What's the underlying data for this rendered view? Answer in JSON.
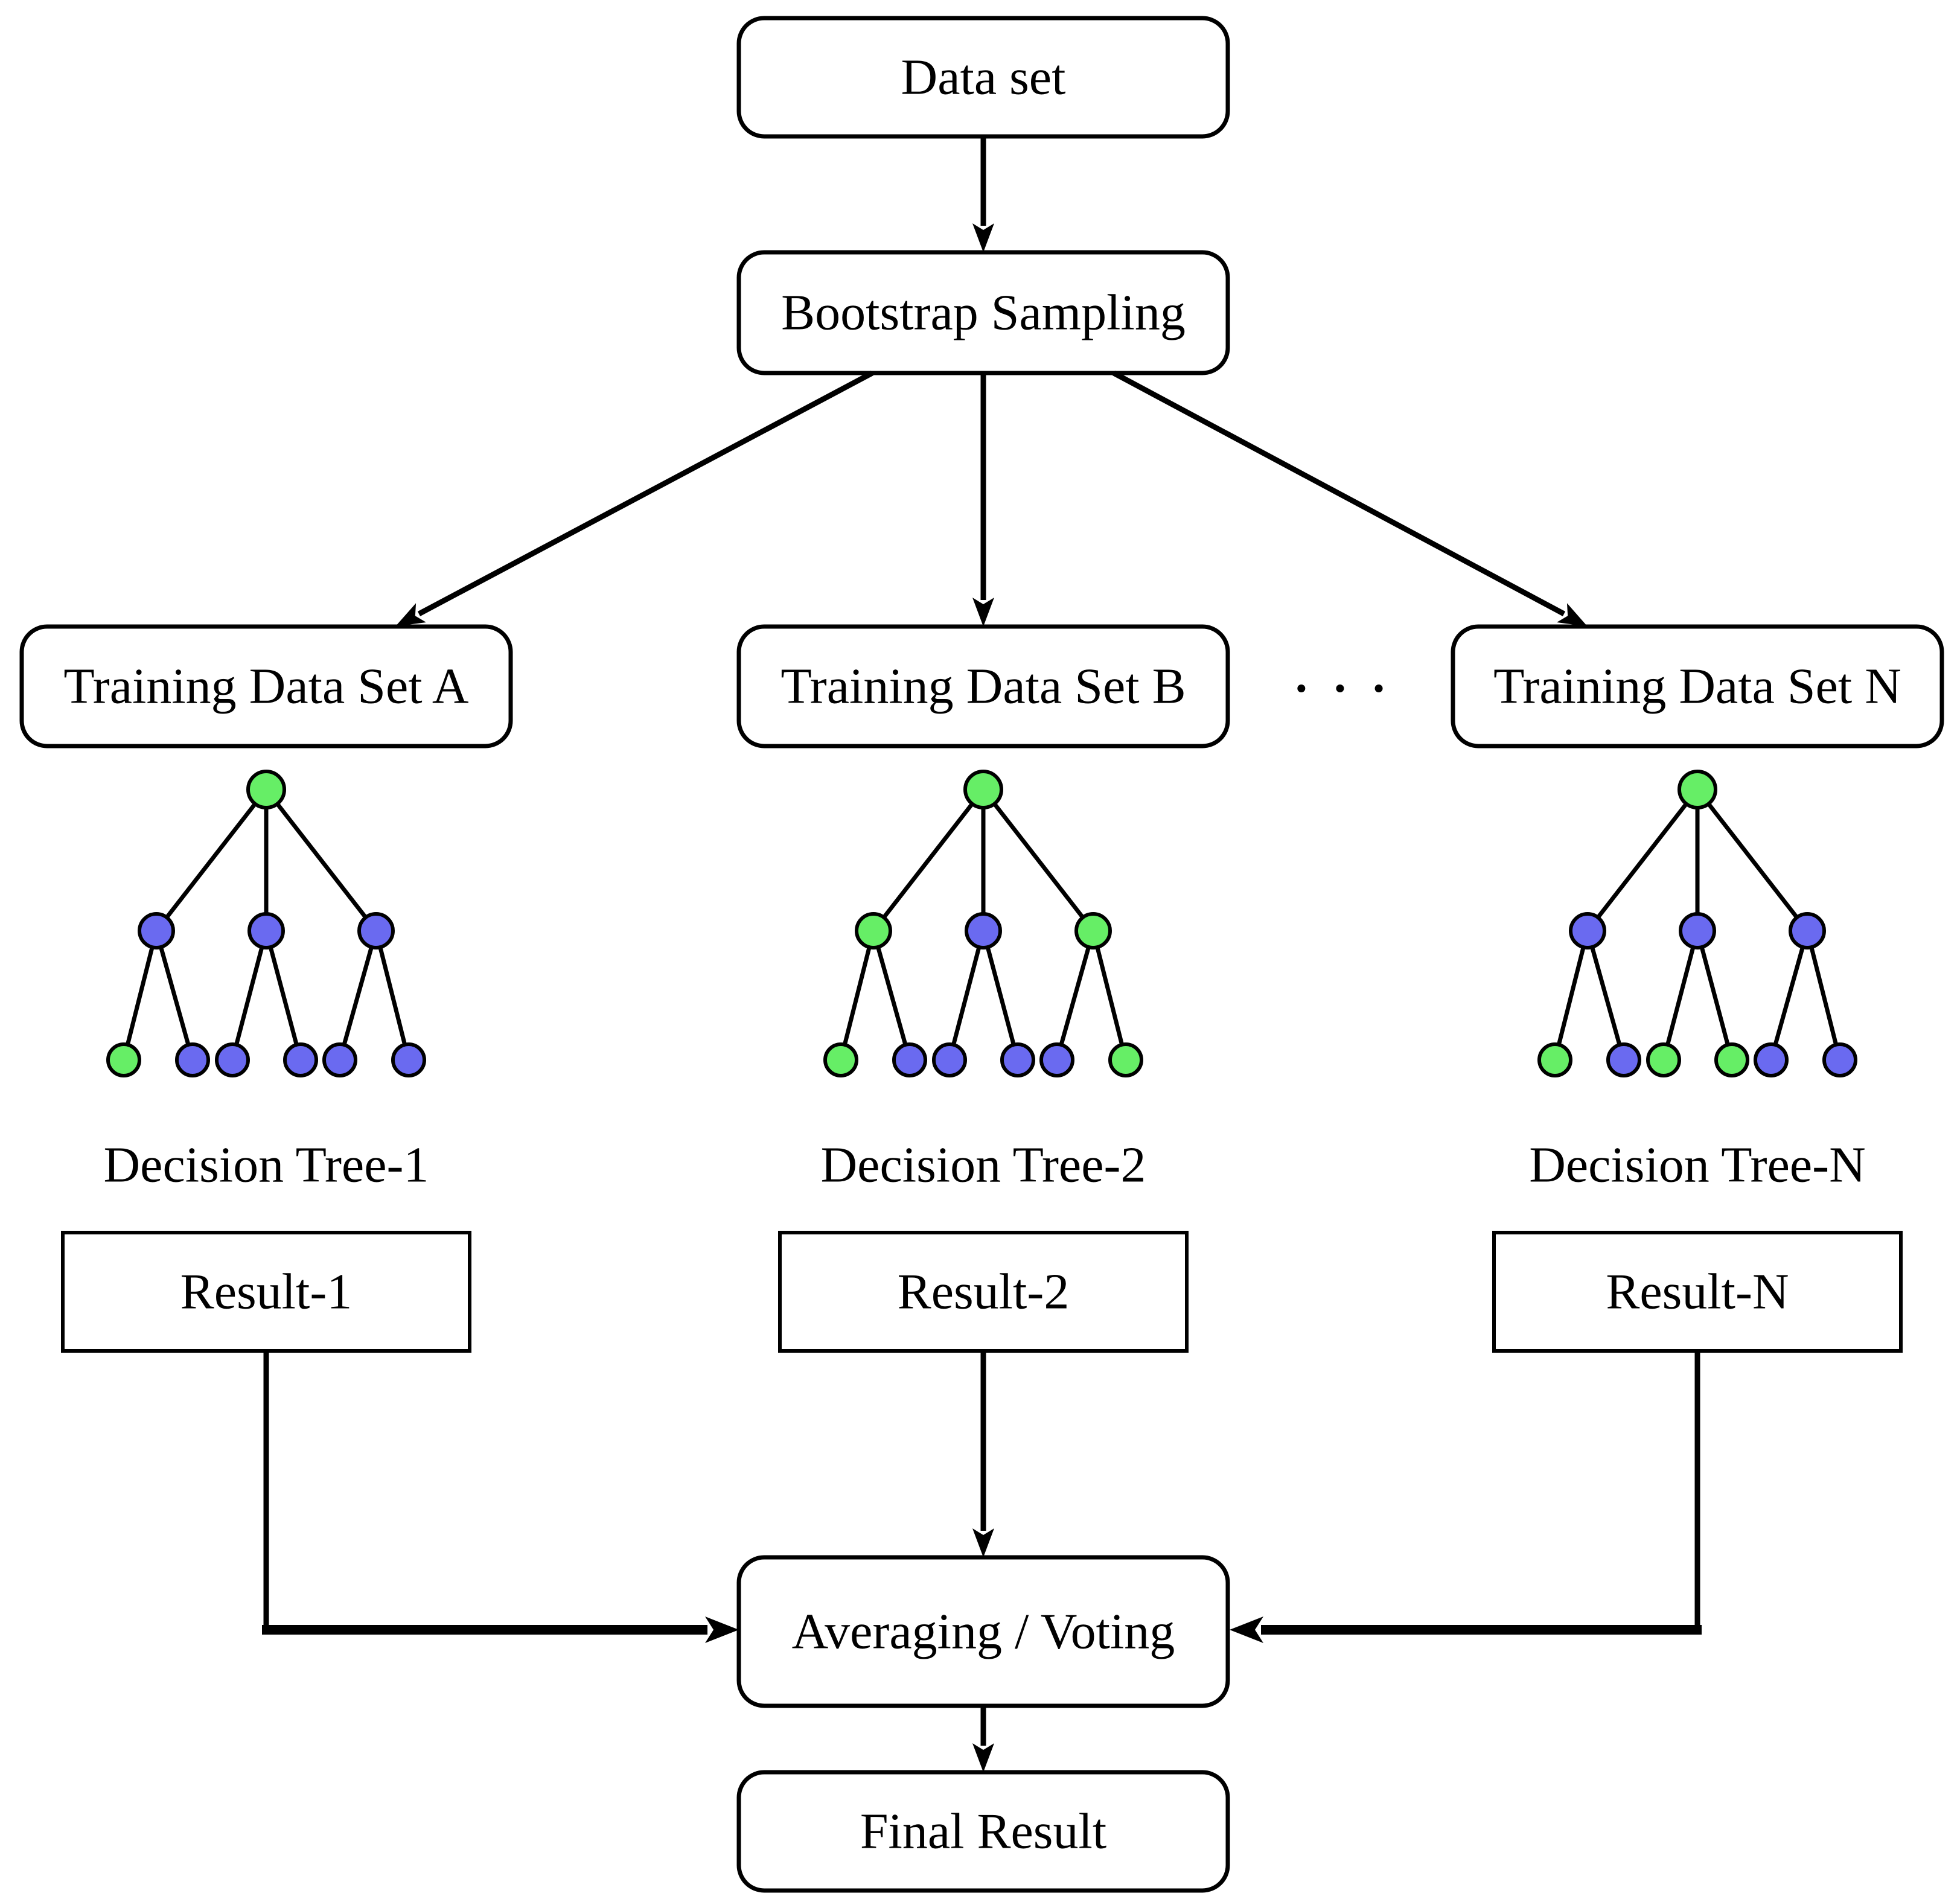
{
  "flow": {
    "dataset_label": "Data set",
    "bootstrap_label": "Bootstrap Sampling",
    "ellipsis": "· · ·",
    "averaging_label": "Averaging / Voting",
    "final_label": "Final Result"
  },
  "columns": [
    {
      "training_label": "Training Data Set A",
      "decision_label": "Decision Tree-1",
      "result_label": "Result-1",
      "tree": {
        "root": "green",
        "mid": [
          "blue",
          "blue",
          "blue"
        ],
        "leaves": [
          "green",
          "blue",
          "blue",
          "blue",
          "blue",
          "blue"
        ]
      }
    },
    {
      "training_label": "Training Data Set B",
      "decision_label": "Decision Tree-2",
      "result_label": "Result-2",
      "tree": {
        "root": "green",
        "mid": [
          "green",
          "blue",
          "green"
        ],
        "leaves": [
          "green",
          "blue",
          "blue",
          "blue",
          "blue",
          "green"
        ]
      }
    },
    {
      "training_label": "Training Data Set N",
      "decision_label": "Decision Tree-N",
      "result_label": "Result-N",
      "tree": {
        "root": "green",
        "mid": [
          "blue",
          "blue",
          "blue"
        ],
        "leaves": [
          "green",
          "blue",
          "green",
          "green",
          "blue",
          "blue"
        ]
      }
    }
  ],
  "colors": {
    "node_green": "#66ee66",
    "node_blue": "#6a6af0",
    "line": "#000000",
    "background": "#ffffff"
  }
}
